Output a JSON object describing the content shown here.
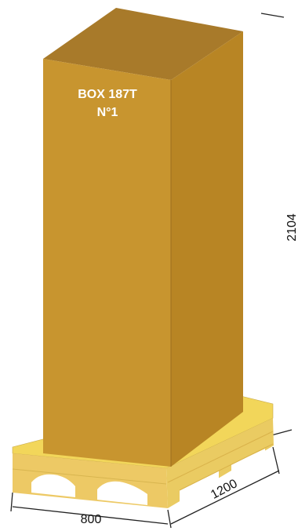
{
  "box": {
    "label_line1": "BOX 187T",
    "label_line2": "N°1"
  },
  "dimensions": {
    "height": "2104",
    "length": "1200",
    "width": "800"
  },
  "colors": {
    "box_front": "#C8952F",
    "box_side": "#B88524",
    "box_top": "#A87A2A",
    "pallet_top": "#F2D65A",
    "pallet_front": "#EBC862",
    "pallet_block": "#F4D67E",
    "dimension_line": "#222222"
  }
}
